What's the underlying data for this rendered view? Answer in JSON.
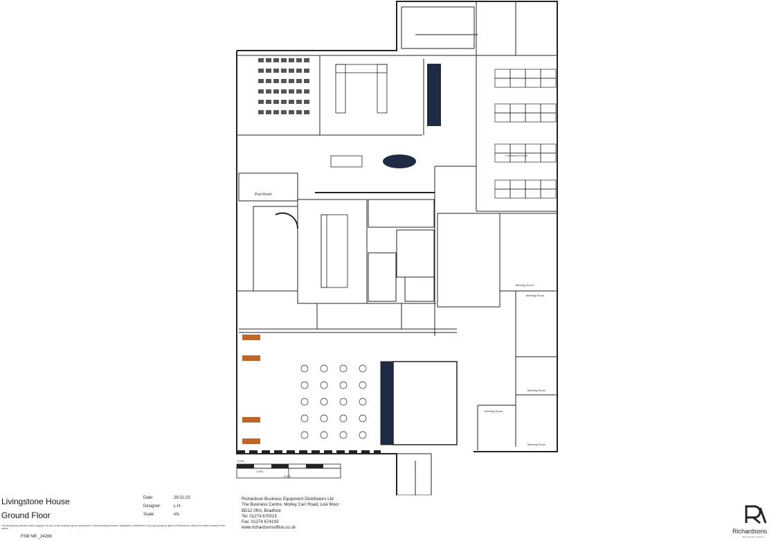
{
  "project": {
    "name": "Livingstone House",
    "floor": "Ground Floor",
    "fsm_number": "FSM NR _24288"
  },
  "details": [
    {
      "label": "Date:",
      "value": "29.02.23"
    },
    {
      "label": "Designer:",
      "value": "L.H."
    },
    {
      "label": "Scale:",
      "value": "nts"
    }
  ],
  "disclaimer": "This drawing is protected under copyright. No part of this drawing may be reproduced or electronically processed, duplicated or distributed in any way, giving all rights to Richardsons, without the written consent of the author.",
  "company": {
    "name": "Richardson Business Equipment Distributors Ltd",
    "address1": "The Business Centre, Morley Carr Road, Low Moor",
    "address2": "BD12 0RA, Bradford",
    "tel": "Tel:  01274 670015",
    "fax": "Fax: 01274 674193",
    "web": "www.richardsonsoffice.co.uk"
  },
  "brand": {
    "name": "Richardsons",
    "tagline": "office furniture solutions"
  },
  "room_labels": {
    "post_room": "Post Room",
    "conference_room": "Conference Room",
    "meeting_room_1": "Meeting Room",
    "meeting_room_2": "Meeting Room",
    "meeting_room_3": "Meeting Room",
    "meeting_room_4": "Meeting Room",
    "meeting_room_5": "Meeting Room"
  },
  "scale_bar": {
    "start": "0.000",
    "mid": "1.500",
    "end": "3.000"
  }
}
